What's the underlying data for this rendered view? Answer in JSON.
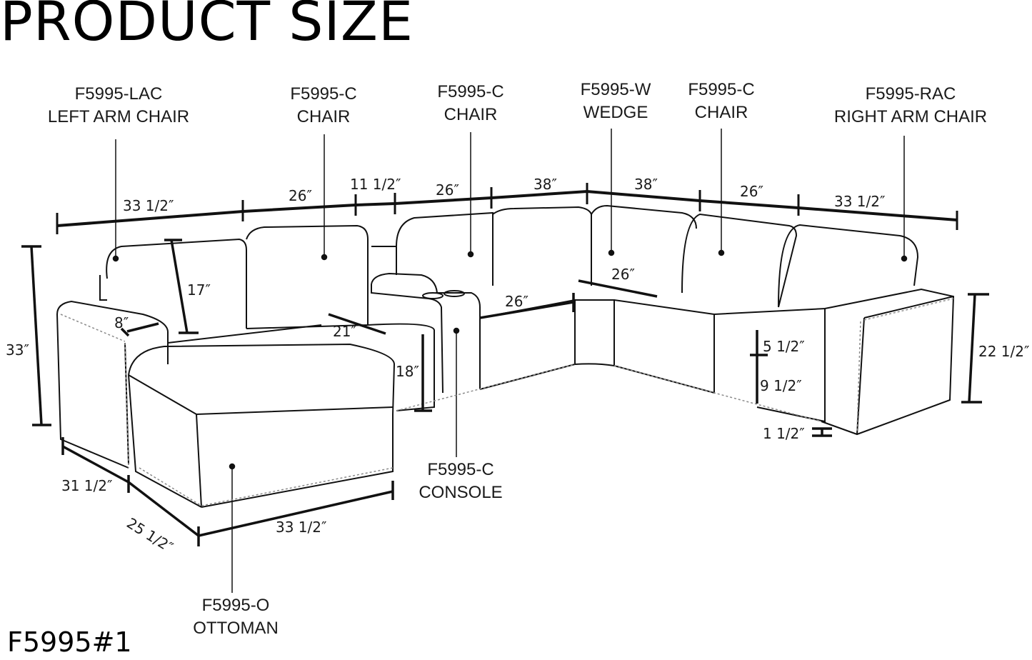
{
  "title": "PRODUCT SIZE",
  "model_number": "F5995#1",
  "components": [
    {
      "code": "F5995-LAC",
      "name": "LEFT ARM CHAIR"
    },
    {
      "code": "F5995-C",
      "name": "CHAIR"
    },
    {
      "code": "F5995-C",
      "name": "CHAIR"
    },
    {
      "code": "F5995-W",
      "name": "WEDGE"
    },
    {
      "code": "F5995-C",
      "name": "CHAIR"
    },
    {
      "code": "F5995-RAC",
      "name": "RIGHT ARM CHAIR"
    },
    {
      "code": "F5995-C",
      "name": "CONSOLE"
    },
    {
      "code": "F5995-O",
      "name": "OTTOMAN"
    }
  ],
  "dimensions": {
    "top_widths": [
      "33 1/2″",
      "26″",
      "11 1/2″",
      "26″",
      "38″",
      "38″",
      "26″",
      "33 1/2″"
    ],
    "overall_height": "33″",
    "back_height": "17″",
    "arm_width": "8″",
    "seat_depth_chair": "21″",
    "seat_height": "18″",
    "seat_width_chair": "26″",
    "seat_width_wedge": "26″",
    "cushion_thickness": "5 1/2″",
    "base_height": "9 1/2″",
    "leg_height": "1 1/2″",
    "arm_height": "22 1/2″",
    "total_depth": "31 1/2″",
    "ottoman_depth": "25 1/2″",
    "ottoman_width": "33 1/2″"
  },
  "colors": {
    "line": "#111111",
    "nailhead": "#8a8a8a",
    "background": "#ffffff"
  }
}
